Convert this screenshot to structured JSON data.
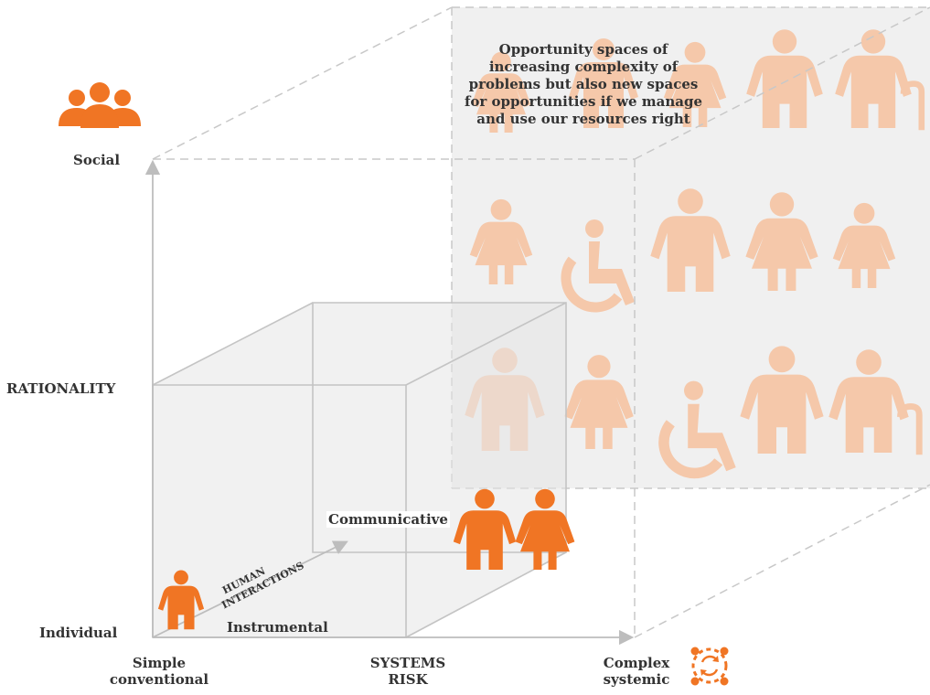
{
  "colors": {
    "accent": "#F07524",
    "faded": "#F5C8AA",
    "line": "#BDBDBD",
    "text": "#333333"
  },
  "y_axis": {
    "title": "RATIONALITY",
    "top_label": "Social",
    "bottom_label": "Individual",
    "top_icon": "group-of-people-icon"
  },
  "x_axis": {
    "title_line1": "SYSTEMS",
    "title_line2": "RISK",
    "left_line1": "Simple",
    "left_line2": "conventional",
    "right_line1": "Complex",
    "right_line2": "systemic",
    "right_icon": "cycle-arrows-icon"
  },
  "depth_axis": {
    "line1": "HUMAN",
    "line2": "INTERACTIONS"
  },
  "inner_labels": {
    "instrumental": "Instrumental",
    "communicative": "Communicative"
  },
  "opportunity_text": [
    "Opportunity spaces of",
    "increasing complexity of",
    "problems but also new spaces",
    "for opportunities if we manage",
    "and use our resources right"
  ]
}
